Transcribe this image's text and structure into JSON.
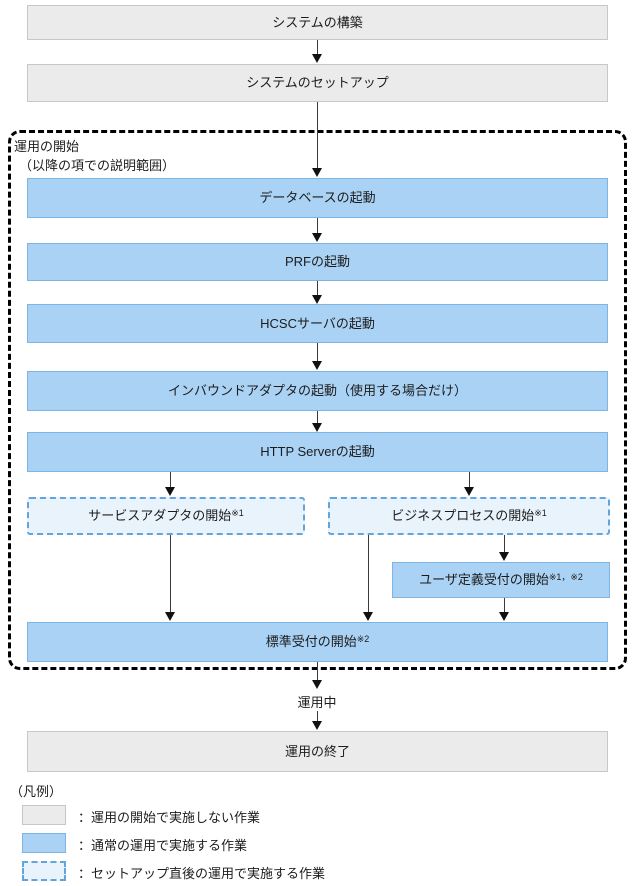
{
  "nodes": {
    "system_build": "システムの構築",
    "system_setup": "システムのセットアップ",
    "group_title": "運用の開始",
    "group_subtitle": "（以降の項での説明範囲）",
    "db_start": "データベースの起動",
    "prf_start": "PRFの起動",
    "hcsc_start": "HCSCサーバの起動",
    "inbound_start": "インバウンドアダプタの起動（使用する場合だけ）",
    "http_start": "HTTP Serverの起動",
    "service_adapter_start": "サービスアダプタの開始",
    "service_adapter_note": "※1",
    "business_process_start": "ビジネスプロセスの開始",
    "business_process_note": "※1",
    "user_reception_start": "ユーザ定義受付の開始",
    "user_reception_note": "※1，※2",
    "standard_reception_start": "標準受付の開始",
    "standard_reception_note": "※2",
    "operating": "運用中",
    "operation_end": "運用の終了"
  },
  "legend": {
    "title": "（凡例）",
    "items": [
      {
        "label": "：運用の開始で実施しない作業",
        "swatch": "gray"
      },
      {
        "label": "：通常の運用で実施する作業",
        "swatch": "blue"
      },
      {
        "label": "：セットアップ直後の運用で実施する作業",
        "swatch": "dashed-blue"
      }
    ]
  },
  "colors": {
    "gray_fill": "#ebebeb",
    "gray_border": "#c8c8c8",
    "blue_fill": "#a9d2f4",
    "blue_border": "#7fb5e3",
    "dashed_fill": "#e9f3fc",
    "dashed_border": "#64a4dc",
    "arrow": "#3a3a3a"
  }
}
